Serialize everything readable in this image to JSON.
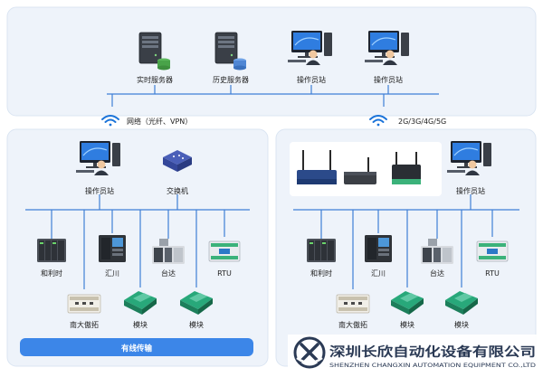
{
  "colors": {
    "panel_bg": "#eef3fa",
    "panel_border": "#dbe5f2",
    "line": "#3f7fd6",
    "wifi": "#1a73d9",
    "wired_bar": "#3c86e8",
    "brand_dark": "#2b3a55"
  },
  "top": {
    "realtime_server": "实时服务器",
    "history_server": "历史服务器",
    "operator_station_1": "操作员站",
    "operator_station_2": "操作员站"
  },
  "networks": {
    "left_label": "网络（光纤、VPN）",
    "right_label": "2G/3G/4G/5G"
  },
  "left_panel": {
    "operator_station": "操作员站",
    "switch": "交换机",
    "devices": {
      "hollysys": "和利时",
      "inovance": "汇川",
      "delta": "台达",
      "rtu": "RTU",
      "nanda": "南大傲拓",
      "module_1": "模块",
      "module_2": "模块"
    },
    "wired_bar": "有线传输"
  },
  "right_panel": {
    "operator_station": "操作员站",
    "devices": {
      "hollysys": "和利时",
      "inovance": "汇川",
      "delta": "台达",
      "rtu": "RTU",
      "nanda": "南大傲拓",
      "module_1": "模块",
      "module_2": "模块"
    }
  },
  "company": {
    "name_cn": "深圳长欣自动化设备有限公司",
    "name_en": "SHENZHEN CHANGXIN AUTOMATION EQUIPMENT CO.,LTD"
  }
}
